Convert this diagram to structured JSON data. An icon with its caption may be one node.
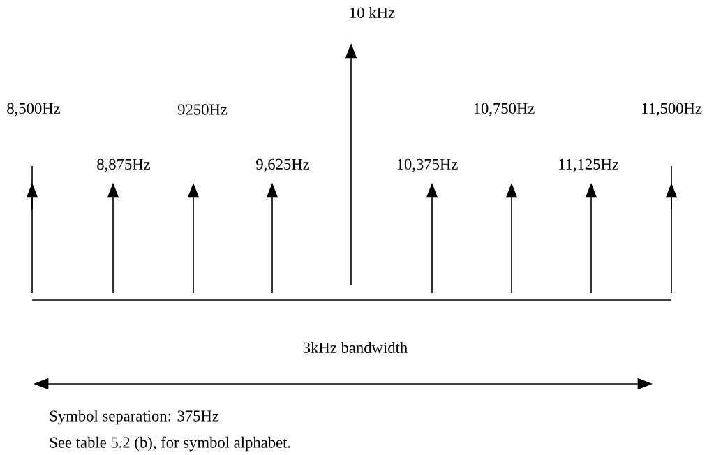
{
  "diagram": {
    "labels": [
      "10 kHz",
      "8,500Hz",
      "9250Hz",
      "10,750Hz",
      "11,500Hz",
      "8,875Hz",
      "9,625Hz",
      "10,375Hz",
      "11,125Hz",
      "3kHz bandwidth",
      "Symbol separation: 375Hz",
      "See table 5.2 (b), for symbol alphabet."
    ]
  }
}
